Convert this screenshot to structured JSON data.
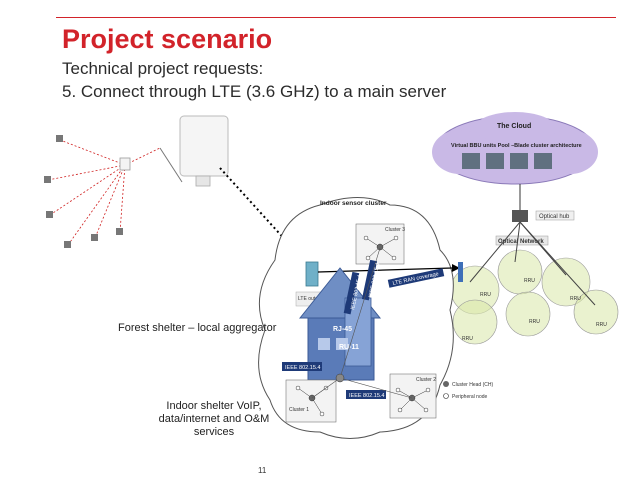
{
  "slide": {
    "title": "Project scenario",
    "line1": "Technical project requests:",
    "line2": "5. Connect through LTE (3.6 GHz) to a main server",
    "caption_forest": "Forest shelter – local aggregator",
    "caption_indoor": "Indoor shelter VoIP, data/internet and O&M services",
    "page_number": "11",
    "accent_color": "#d2232a"
  },
  "diagram": {
    "cloud_title": "The Cloud",
    "cloud_subtitle": "Virtual BBU units Pool –Blade cluster architecture",
    "optical_hub": "Optical hub",
    "optical_network": "Optical Network",
    "indoor_cluster": "Indoor sensor cluster",
    "cluster3": "Cluster 3",
    "cluster2": "Cluster 2",
    "cluster1": "Cluster 1",
    "lte_unit": "LTE outdoor unit",
    "lte_ran": "LTE RAN coverage",
    "rj45": "RJ-45",
    "ru11": "RU-11",
    "ieee_a": "IEEE 802.15.4",
    "ieee_b": "IEEE 802.15.4",
    "ieee_c": "IEEE 802.15.4",
    "ieee_d": "IEEE 802.15.4",
    "legend_ch": "Cluster Head (CH)",
    "legend_pn": "Peripheral node",
    "rru": "RRU"
  }
}
